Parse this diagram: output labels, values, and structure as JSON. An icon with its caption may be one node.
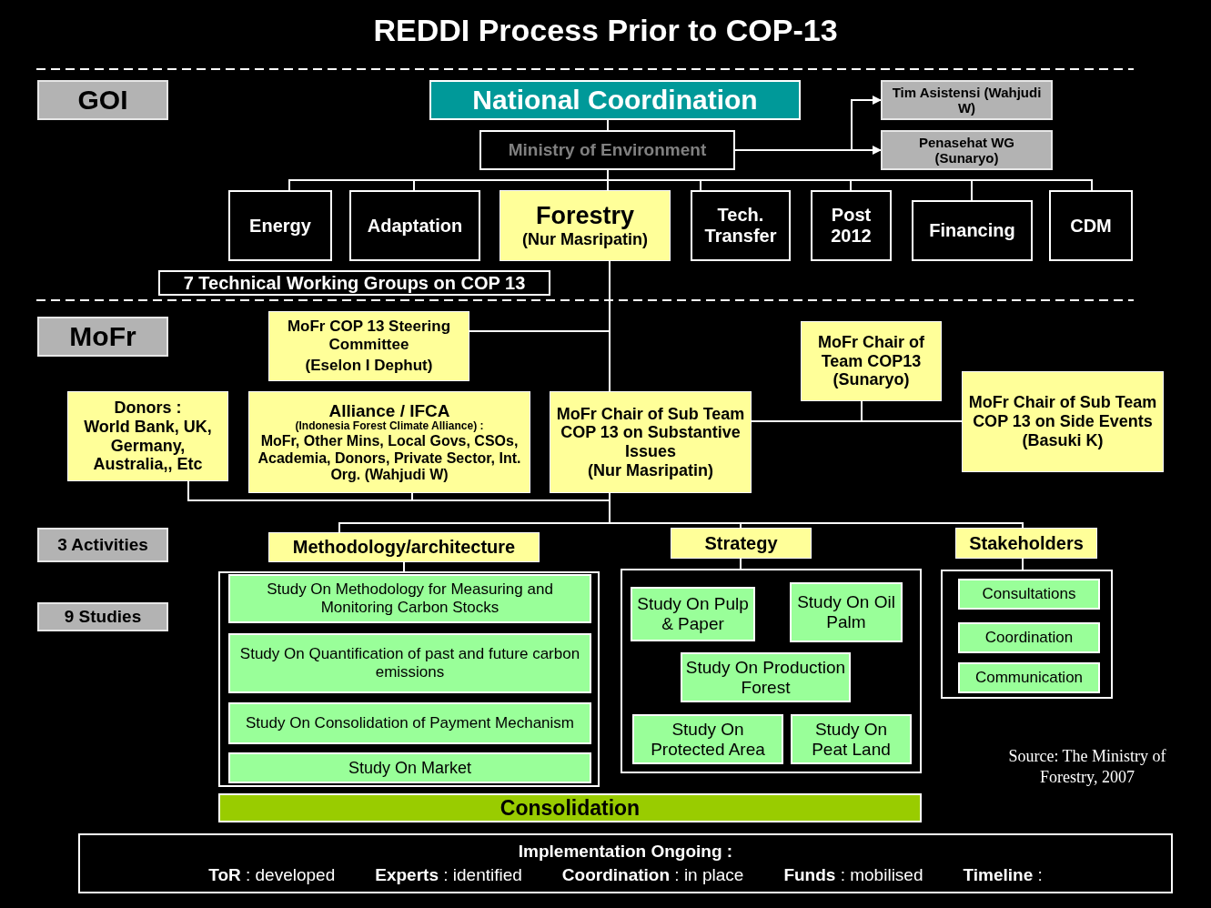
{
  "diagram": {
    "title": "REDDI Process Prior to COP-13",
    "nodes": [
      {
        "text": [
          "GOI"
        ]
      },
      {
        "text": [
          "National Coordination"
        ]
      },
      {
        "text": [
          "Ministry of Environment"
        ]
      },
      {
        "text": [
          "Tim Asistensi (Wahjudi W)"
        ]
      },
      {
        "text": [
          "Penasehat WG (Sunaryo)"
        ]
      },
      {
        "text": [
          "Energy"
        ]
      },
      {
        "text": [
          "Adaptation"
        ]
      },
      {
        "text": [
          "Forestry",
          "(Nur Masripatin)"
        ]
      },
      {
        "text": [
          "Tech. Transfer"
        ]
      },
      {
        "text": [
          "Post 2012"
        ]
      },
      {
        "text": [
          "Financing"
        ]
      },
      {
        "text": [
          "CDM"
        ]
      },
      {
        "text": [
          "7 Technical Working Groups on COP 13"
        ]
      },
      {
        "text": [
          "MoFr"
        ]
      },
      {
        "text": [
          "MoFr COP 13 Steering Committee",
          "(Eselon I Dephut)"
        ]
      },
      {
        "text": [
          "MoFr Chair of Team COP13",
          "(Sunaryo)"
        ]
      },
      {
        "text": [
          "Donors :",
          "World Bank, UK, Germany, Australia,, Etc"
        ]
      },
      {
        "text": [
          "Alliance / IFCA",
          "(Indonesia Forest Climate Alliance) :",
          "MoFr, Other Mins, Local Govs, CSOs, Academia, Donors, Private Sector, Int. Org.  (Wahjudi W)"
        ]
      },
      {
        "text": [
          "MoFr Chair of Sub Team COP 13 on Substantive Issues",
          "(Nur Masripatin)"
        ]
      },
      {
        "text": [
          "MoFr Chair of Sub Team COP 13 on Side Events",
          "(Basuki K)"
        ]
      },
      {
        "text": [
          "3 Activities"
        ]
      },
      {
        "text": [
          "9 Studies"
        ]
      },
      {
        "text": [
          "Methodology/architecture"
        ]
      },
      {
        "text": [
          "Strategy"
        ]
      },
      {
        "text": [
          "Stakeholders"
        ]
      },
      {
        "text": [],
        "shape": "box"
      },
      {
        "text": [
          "Study On Methodology for Measuring and Monitoring Carbon Stocks"
        ],
        "in": 25
      },
      {
        "text": [
          "Study On Quantification of past and future carbon emissions"
        ],
        "in": 25
      },
      {
        "text": [
          "Study On Consolidation of Payment Mechanism"
        ],
        "in": 25
      },
      {
        "text": [
          "Study On Market"
        ],
        "in": 25
      },
      {
        "text": [],
        "shape": "box"
      },
      {
        "text": [
          "Study On Pulp & Paper"
        ],
        "in": 30
      },
      {
        "text": [
          "Study On Oil Palm"
        ],
        "in": 30
      },
      {
        "text": [
          "Study On Production Forest"
        ],
        "in": 30
      },
      {
        "text": [
          "Study On Protected Area"
        ],
        "in": 30
      },
      {
        "text": [
          "Study On Peat Land"
        ],
        "in": 30
      },
      {
        "text": [],
        "shape": "box"
      },
      {
        "text": [
          "Consultations"
        ],
        "in": 36
      },
      {
        "text": [
          "Coordination"
        ],
        "in": 36
      },
      {
        "text": [
          "Communication"
        ],
        "in": 36
      },
      {
        "text": [
          "Consolidation"
        ]
      },
      {
        "text": [
          "Implementation Ongoing :",
          "**ToR** : developed",
          "**Experts** : identified",
          "**Coordination** : in place",
          "**Funds** : mobilised",
          "**Timeline** :"
        ]
      }
    ],
    "edges": [
      {
        "from": 1,
        "to": 2,
        "arrow": "none"
      },
      {
        "from": 2,
        "to": 3,
        "arrow": "to"
      },
      {
        "from": 2,
        "to": 4,
        "arrow": "to"
      },
      {
        "from": 2,
        "to": 5,
        "arrow": "none"
      },
      {
        "from": 2,
        "to": 6,
        "arrow": "none"
      },
      {
        "from": 2,
        "to": 7,
        "arrow": "none"
      },
      {
        "from": 2,
        "to": 8,
        "arrow": "none"
      },
      {
        "from": 2,
        "to": 9,
        "arrow": "none"
      },
      {
        "from": 2,
        "to": 10,
        "arrow": "none"
      },
      {
        "from": 2,
        "to": 11,
        "arrow": "none"
      },
      {
        "from": 7,
        "to": 18,
        "arrow": "none"
      },
      {
        "from": 14,
        "to": 18,
        "arrow": "none"
      },
      {
        "from": 15,
        "to": 18,
        "arrow": "none"
      },
      {
        "from": 15,
        "to": 19,
        "arrow": "none"
      },
      {
        "from": 16,
        "to": 18,
        "arrow": "none"
      },
      {
        "from": 17,
        "to": 18,
        "arrow": "none"
      },
      {
        "from": 18,
        "to": 22,
        "arrow": "none"
      },
      {
        "from": 18,
        "to": 23,
        "arrow": "none"
      },
      {
        "from": 18,
        "to": 24,
        "arrow": "none"
      },
      {
        "from": 22,
        "to": 25,
        "arrow": "none"
      },
      {
        "from": 23,
        "to": 30,
        "arrow": "none"
      },
      {
        "from": 24,
        "to": 36,
        "arrow": "none"
      }
    ],
    "labels": [
      "Source: The Ministry of Forestry, 2007"
    ]
  }
}
